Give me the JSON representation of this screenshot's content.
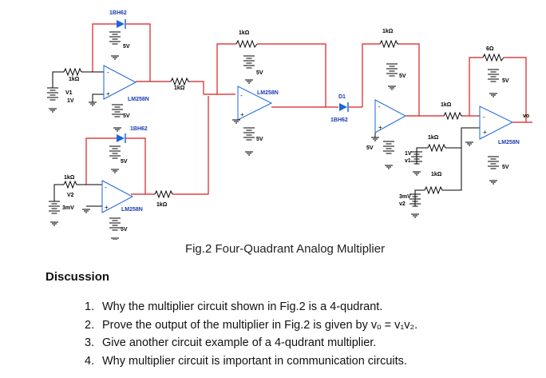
{
  "figure": {
    "caption": "Fig.2 Four-Quadrant Analog Multiplier",
    "opamp_model": "LM258N",
    "diode_model": "1BH62",
    "diode_ref": "D1",
    "supply_label": "5V",
    "resistor_1k": "1kΩ",
    "resistor_6": "6Ω",
    "output_label": "vo",
    "sources": {
      "v1_name": "V1",
      "v1_value": "1V",
      "v2_name": "V2",
      "v2_value": "3mV",
      "rhs_v1_value": "1V",
      "rhs_v1_name": "v1",
      "rhs_v2_value": "3mV",
      "rhs_v2_name": "v2"
    },
    "pin_minus": "-",
    "pin_plus": "+"
  },
  "discussion": {
    "title": "Discussion",
    "questions": [
      {
        "num": "1.",
        "text": "Why the multiplier circuit shown in Fig.2 is a 4-qudrant."
      },
      {
        "num": "2.",
        "text": "Prove the output of the multiplier in Fig.2 is given by vₒ = v₁v₂."
      },
      {
        "num": "3.",
        "text": "Give another circuit example of a 4-qudrant multiplier."
      },
      {
        "num": "4.",
        "text": "Why multiplier circuit is important in communication circuits."
      }
    ]
  }
}
